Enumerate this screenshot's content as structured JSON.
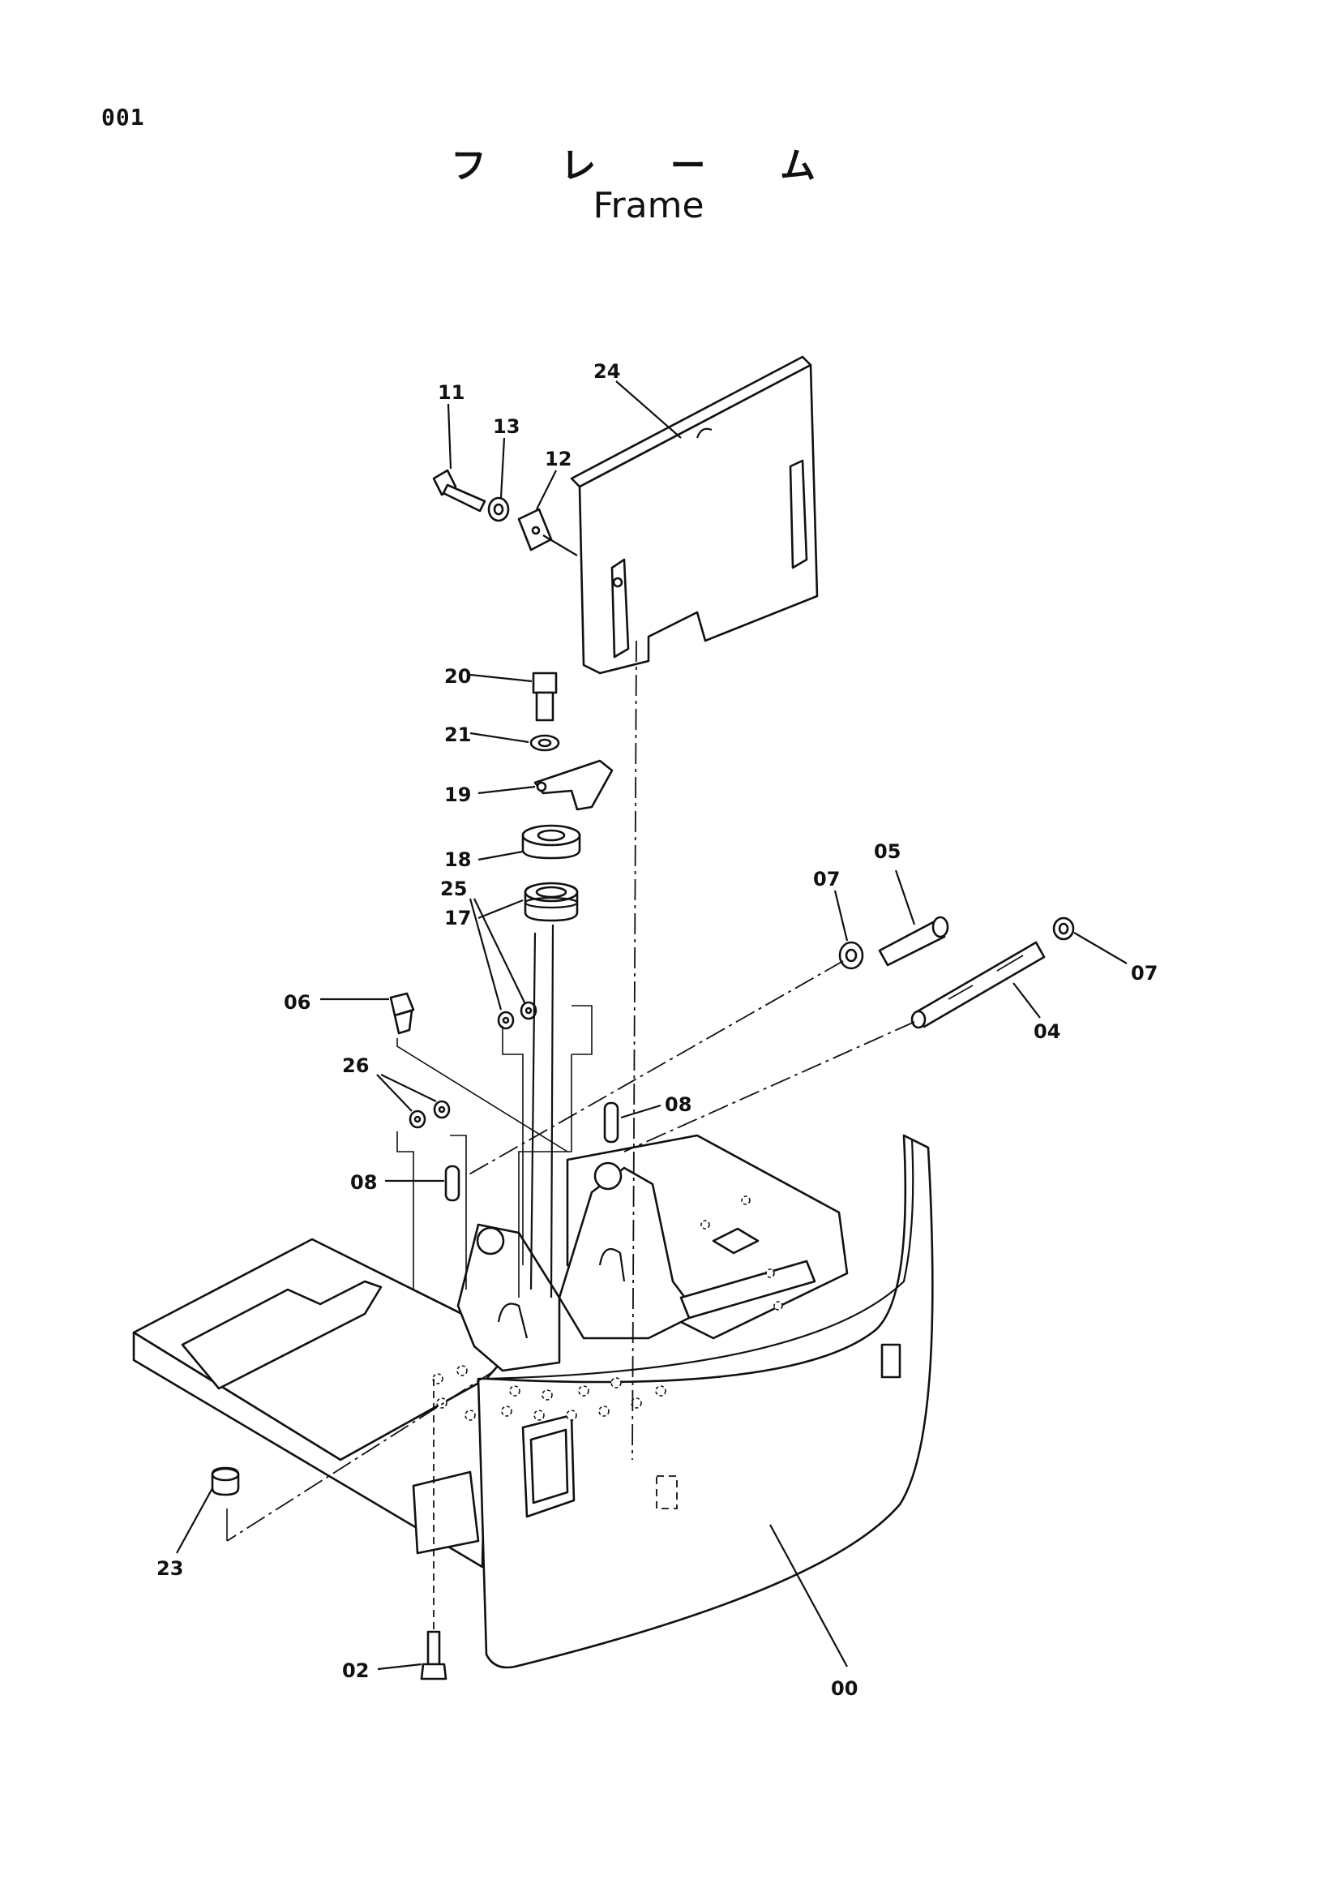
{
  "page": {
    "number": "001"
  },
  "title": {
    "japanese": "フ レ ー ム",
    "english": "Frame"
  },
  "callouts": [
    {
      "id": "11"
    },
    {
      "id": "13"
    },
    {
      "id": "12"
    },
    {
      "id": "24"
    },
    {
      "id": "20"
    },
    {
      "id": "21"
    },
    {
      "id": "19"
    },
    {
      "id": "18"
    },
    {
      "id": "17"
    },
    {
      "id": "25"
    },
    {
      "id": "06"
    },
    {
      "id": "26"
    },
    {
      "id": "08"
    },
    {
      "id": "08"
    },
    {
      "id": "07"
    },
    {
      "id": "05"
    },
    {
      "id": "07"
    },
    {
      "id": "04"
    },
    {
      "id": "23"
    },
    {
      "id": "02"
    },
    {
      "id": "00"
    }
  ]
}
